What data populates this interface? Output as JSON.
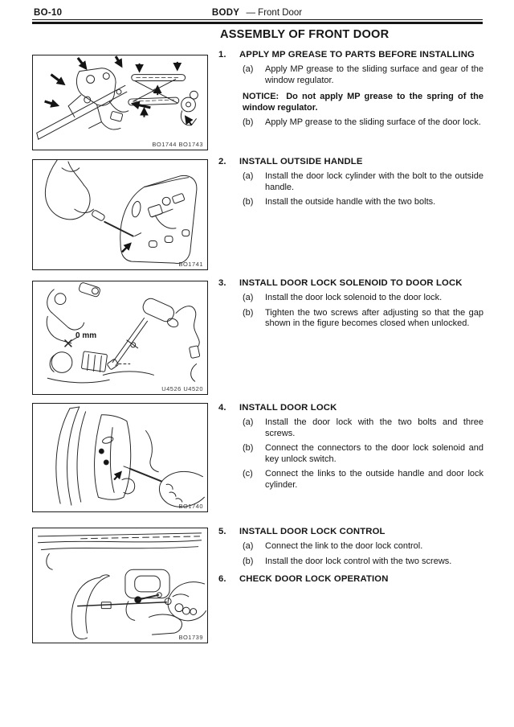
{
  "header": {
    "page_number": "BO-10",
    "section": "BODY",
    "topic": "—  Front Door"
  },
  "title": "ASSEMBLY OF FRONT DOOR",
  "figures": [
    {
      "caption": "BO1744 BO1743"
    },
    {
      "caption": "BO1741"
    },
    {
      "caption": "U4526 U4520",
      "gap_label": "0 mm"
    },
    {
      "caption": "BO1740"
    },
    {
      "caption": "BO1739"
    }
  ],
  "steps": [
    {
      "number": "1.",
      "heading": "APPLY MP GREASE TO PARTS BEFORE INSTALLING",
      "items": [
        {
          "label": "(a)",
          "text": "Apply MP grease to the sliding surface and gear of the window regulator."
        },
        {
          "label": "(b)",
          "text": "Apply MP grease to the sliding surface of the door lock."
        }
      ],
      "notice_label": "NOTICE:",
      "notice_text": "Do not apply MP grease to the spring of the window regulator."
    },
    {
      "number": "2.",
      "heading": "INSTALL OUTSIDE HANDLE",
      "items": [
        {
          "label": "(a)",
          "text": "Install the door lock cylinder with the bolt to the outside handle."
        },
        {
          "label": "(b)",
          "text": "Install the outside handle with the two bolts."
        }
      ]
    },
    {
      "number": "3.",
      "heading": "INSTALL DOOR LOCK SOLENOID TO DOOR LOCK",
      "items": [
        {
          "label": "(a)",
          "text": "Install the door lock solenoid to the door lock."
        },
        {
          "label": "(b)",
          "text": "Tighten the two screws after adjusting so that the gap shown in the figure becomes closed when unlocked."
        }
      ]
    },
    {
      "number": "4.",
      "heading": "INSTALL DOOR LOCK",
      "items": [
        {
          "label": "(a)",
          "text": "Install the door lock with the two bolts and three screws."
        },
        {
          "label": "(b)",
          "text": "Connect the connectors to the door lock solenoid and key unlock switch."
        },
        {
          "label": "(c)",
          "text": "Connect the links to the outside handle and door lock cylinder."
        }
      ]
    },
    {
      "number": "5.",
      "heading": "INSTALL DOOR LOCK CONTROL",
      "items": [
        {
          "label": "(a)",
          "text": "Connect the link to the door lock control."
        },
        {
          "label": "(b)",
          "text": "Install the door lock control with the two screws."
        }
      ]
    },
    {
      "number": "6.",
      "heading": "CHECK DOOR LOCK OPERATION"
    }
  ]
}
